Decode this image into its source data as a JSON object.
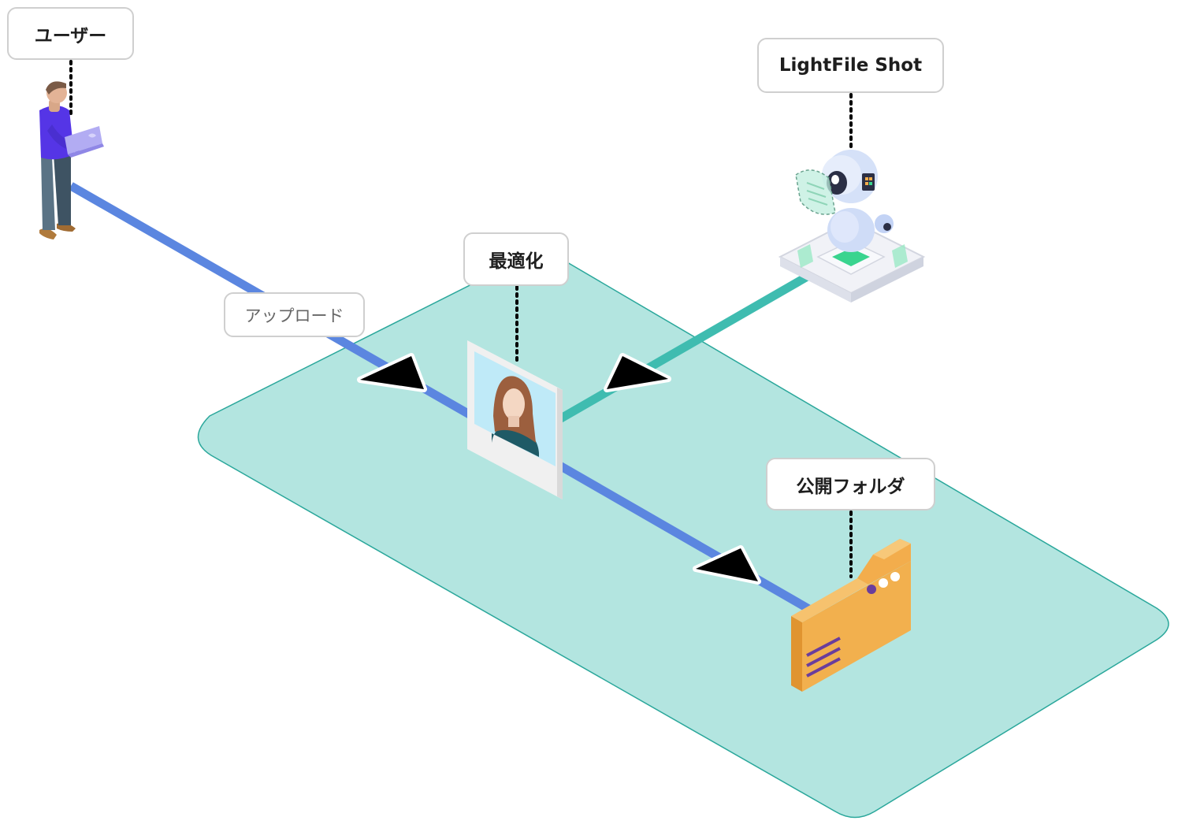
{
  "nodes": {
    "user": {
      "label": "ユーザー"
    },
    "optimize": {
      "label": "最適化"
    },
    "service": {
      "label": "LightFile Shot"
    },
    "folder": {
      "label": "公開フォルダ"
    }
  },
  "edges": {
    "upload": {
      "label": "アップロード"
    }
  },
  "colors": {
    "platform": "#b3e5e0",
    "platform_border": "#2aa79b",
    "upload_line": "#5b86e0",
    "service_line": "#3fbcb0",
    "folder": "#f3ad4c"
  }
}
